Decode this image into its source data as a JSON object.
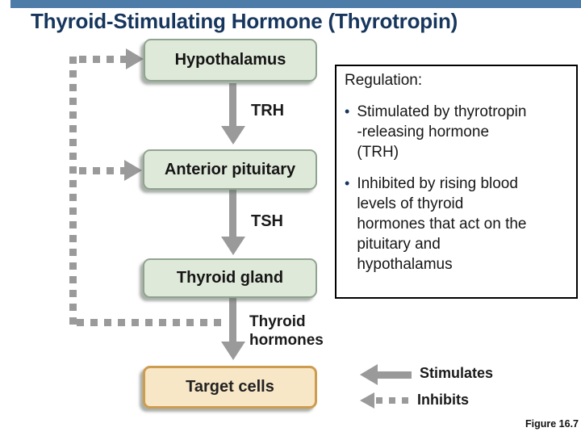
{
  "slide": {
    "title": "Thyroid-Stimulating Hormone (Thyrotropin)",
    "figure_caption": "Figure 16.7"
  },
  "flowchart": {
    "nodes": [
      {
        "id": "hypothalamus",
        "label": "Hypothalamus"
      },
      {
        "id": "anterior-pituitary",
        "label": "Anterior pituitary"
      },
      {
        "id": "thyroid-gland",
        "label": "Thyroid gland"
      },
      {
        "id": "target-cells",
        "label": "Target cells"
      }
    ],
    "hormone_labels": [
      {
        "id": "trh",
        "label": "TRH"
      },
      {
        "id": "tsh",
        "label": "TSH"
      },
      {
        "id": "thyroid-hormones",
        "label": "Thyroid\nhormones"
      }
    ]
  },
  "regulation_panel": {
    "heading": "Regulation:",
    "bullet_marker": "•",
    "bullets": [
      "Stimulated by thyrotropin\n-releasing hormone\n(TRH)",
      "Inhibited by rising blood\nlevels of thyroid\nhormones that act on the\npituitary and\nhypothalamus"
    ]
  },
  "legend": {
    "stimulates_label": "Stimulates",
    "inhibits_label": "Inhibits"
  },
  "colors": {
    "top_bar": "#4e7ca8",
    "title_text": "#17365d",
    "organ_box_fill": "#dfe9d9",
    "organ_box_border": "#8fa48f",
    "target_box_fill": "#f7e7c6",
    "target_box_border": "#cd9c4f",
    "arrow_gray": "#9a9a9a",
    "bullet_dot": "#17365d"
  }
}
